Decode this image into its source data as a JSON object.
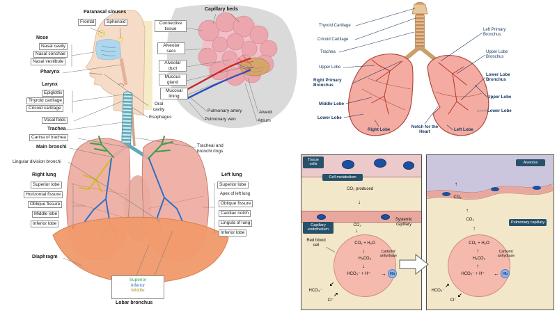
{
  "icons": {
    "arrow_down": "↓",
    "arrow_up": "↑",
    "arrow_right": "→",
    "arrow_left": "←",
    "arrow_up_right": "↗",
    "arrow_down_left": "↙"
  },
  "colors": {
    "lung_pink": "#eeaba1",
    "diaphragm_orange": "#f09a6c",
    "bronchus_green": "#3a9e4e",
    "bronchus_blue": "#2f6fc4",
    "bronchus_yellow": "#d3b92f",
    "label_navy": "#14355f",
    "badge_navy": "#27516b",
    "rbc_pink": "#f5b9ae",
    "alveolus_lavender": "#cbc6dd",
    "capillary_pink": "#e9a89f",
    "cell_blue": "#1d4f9f"
  },
  "left": {
    "paranasal_sinuses": "Paranasal sinuses",
    "frontal": "Frontal",
    "sphenoid": "Sphenoid",
    "nose": "Nose",
    "nasal_cavity": "Nasal cavity",
    "nasal_conchae": "Nasal conchae",
    "nasal_vestibule": "Nasal vestibule",
    "pharynx": "Pharynx",
    "larynx": "Larynx",
    "epiglottis": "Epiglottis",
    "thyroid_cartilage": "Thyroid cartilage",
    "cricoid_cartilage": "Cricoid cartilage",
    "vocal_folds": "Vocal folds",
    "trachea": "Trachea",
    "carina_of_trachea": "Carina of trachea",
    "main_bronchi": "Main bronchi",
    "lingular_division_bronchi": "Lingular division bronchi",
    "right_lung": "Right lung",
    "right_superior_lobe": "Superior lobe",
    "horizontal_fissure": "Horizontal fissure",
    "right_oblique_fissure": "Oblique fissure",
    "middle_lobe": "Middle lobe",
    "right_inferior_lobe": "Inferior lobe",
    "diaphragm": "Diaphragm",
    "capillary_beds": "Capillary beds",
    "connective_tissue": "Connective tissue",
    "alveolar_sacs": "Alveolar sacs",
    "alveolar_duct": "Alveolar duct",
    "mucous_gland": "Mucous gland",
    "mucosal_lining": "Mucosal lining",
    "oral_cavity": "Oral cavity",
    "esophagus": "Esophagus",
    "pulmonary_artery": "Pulmonary artery",
    "pulmonary_vein": "Pulmonary vein",
    "alveoli": "Alveoli",
    "atrium": "Atrium",
    "tracheal_and_bronchi_rings": "Tracheal and bronchi rings",
    "left_lung": "Left lung",
    "left_superior_lobe": "Superior lobe",
    "apex_of_left_lung": "Apex of left lung",
    "left_oblique_fissure": "Oblique fissure",
    "cardiac_notch": "Cardiac notch",
    "lingula_of_lung": "Lingula of lung",
    "left_inferior_lobe": "Inferior lobe",
    "lobar_superior": "Superior",
    "lobar_inferior": "Inferior",
    "lobar_middle": "Middle",
    "lobar_bronchus": "Lobar bronchus"
  },
  "lungs": {
    "thyroid_cartilage": "Thyroid Cartilage",
    "cricoid_cartilage": "Cricoid Cartilage",
    "trachea": "Trachea",
    "upper_lobe_right_lung": "Upper Lobe",
    "right_primary_bronchus": "Right Primary Bronchus",
    "middle_lobe": "Middle Lobe",
    "lower_lobe_right_lung": "Lower Lobe",
    "left_primary_bronchus": "Left Primary Bronchus",
    "upper_lobe_bronchus": "Upper Lobe Bronchus",
    "lower_lobe_bronchus": "Lower Lobe Bronchus",
    "upper_lobe_left_lung": "Upper Lobe",
    "lower_lobe_left_lung": "Lower Lobe",
    "right_lobe": "Right Lobe",
    "notch_for_the_heart": "Notch for the Heart",
    "left_lobe": "Left Lobe"
  },
  "gas": {
    "systemic": {
      "tissue_cells": "Tissue cells",
      "cell_metabolism": "Cell metabolism",
      "co2_produced": "CO₂ produced",
      "capillary_endothelium": "Capillary endothelium",
      "systemic_capillary": "Systemic capillary",
      "co2": "CO₂",
      "red_blood_cell": "Red blood cell",
      "co2_h2o": "CO₂  +  H₂O",
      "carbonic_anhydrase": "Carbonic anhydrase",
      "h2co3": "H₂CO₃",
      "hco3_h": "HCO₃⁻ + H⁺",
      "hb": "Hb",
      "hco3": "HCO₃⁻",
      "cl": "Cl⁻"
    },
    "pulmonary": {
      "alveolus": "Alveolus",
      "co2_alveolus": "CO₂",
      "co2_capillary": "CO₂",
      "pulmonary_capillary": "Pulmonary capillary",
      "co2_h2o": "CO₂  +  H₂O",
      "carbonic_anhydrase": "Carbonic anhydrase",
      "h2co3": "H₂CO₃",
      "hco3_h": "HCO₃⁻ + H⁺",
      "hb": "Hb",
      "hco3": "HCO₃⁻",
      "cl": "Cl⁻"
    }
  }
}
